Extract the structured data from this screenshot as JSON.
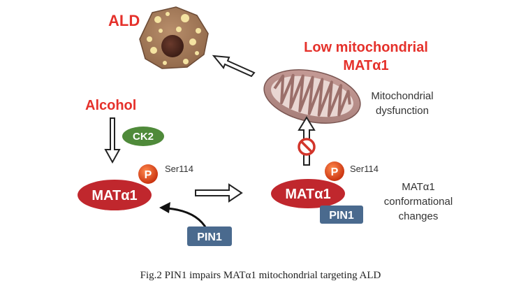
{
  "labels": {
    "ald": "ALD",
    "low_mito_line1": "Low mitochondrial",
    "low_mito_line2": "MATα1",
    "alcohol": "Alcohol",
    "ck2": "CK2",
    "mito_dysfunction_line1": "Mitochondrial",
    "mito_dysfunction_line2": "dysfunction",
    "phospho_symbol": "P",
    "ser114": "Ser114",
    "mat_alpha1": "MATα1",
    "pin1": "PIN1",
    "conformational_line1": "MATα1",
    "conformational_line2": "conformational",
    "conformational_line3": "changes"
  },
  "caption": "Fig.2 PIN1 impairs MATα1 mitochondrial targeting ALD",
  "colors": {
    "red_text": "#e5312b",
    "mat_ellipse": "#c0272d",
    "ck2_fill": "#4f8a3a",
    "pin1_fill": "#4a6a8e",
    "phospho_fill": "#e04a1c",
    "mito_outer": "#b48a86",
    "cell_fill": "#a67b5b"
  }
}
